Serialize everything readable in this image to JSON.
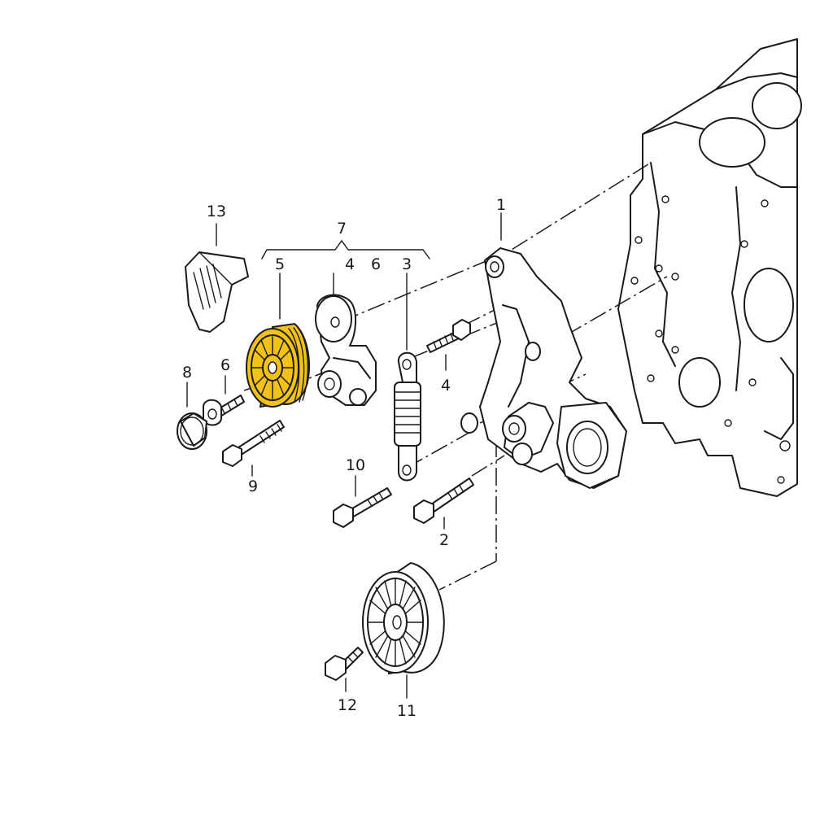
{
  "diagram": {
    "highlight_color": "#f2c21b",
    "highlighted_part": "5",
    "callouts": {
      "c1": "1",
      "c2": "2",
      "c3": "3",
      "c4a": "4",
      "c4b": "4",
      "c5": "5",
      "c6a": "6",
      "c6b": "6",
      "c7": "7",
      "c8": "8",
      "c9": "9",
      "c10": "10",
      "c11": "11",
      "c12": "12",
      "c13": "13"
    }
  }
}
